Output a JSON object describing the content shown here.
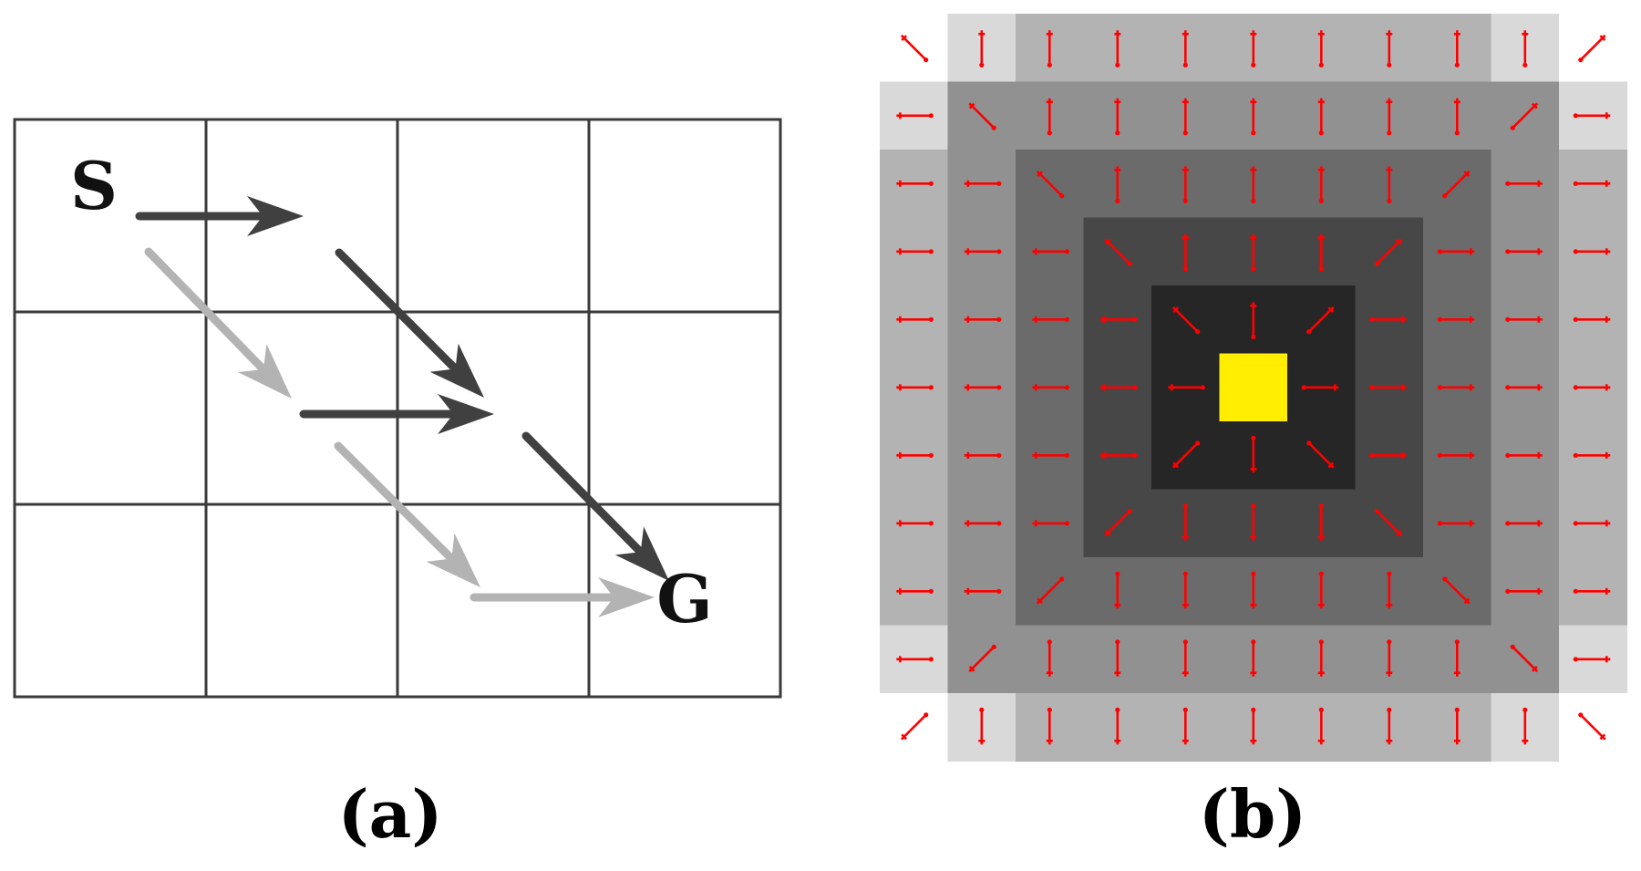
{
  "panel_a": {
    "caption": "(a)",
    "start_label": "S",
    "goal_label": "G",
    "grid": {
      "rows": 3,
      "cols": 4
    },
    "colors": {
      "grid": "#3a3a3a",
      "dark_path": "#404040",
      "light_path": "#b3b3b3"
    },
    "dark_path": {
      "name": "dark-path",
      "moves": [
        "right",
        "down-right",
        "right",
        "down-right"
      ]
    },
    "light_path": {
      "name": "light-path",
      "moves": [
        "down-right",
        "down-right",
        "right"
      ]
    }
  },
  "panel_b": {
    "caption": "(b)",
    "grid_size": 11,
    "goal_cell": [
      5,
      5
    ],
    "colors": {
      "goal": "#ffee00",
      "arrow": "#ff0000",
      "shade_levels": [
        "#ffee00",
        "#262626",
        "#474747",
        "#6b6b6b",
        "#919191",
        "#b3b3b3",
        "#d9d9d9",
        "#ffffff"
      ]
    }
  }
}
